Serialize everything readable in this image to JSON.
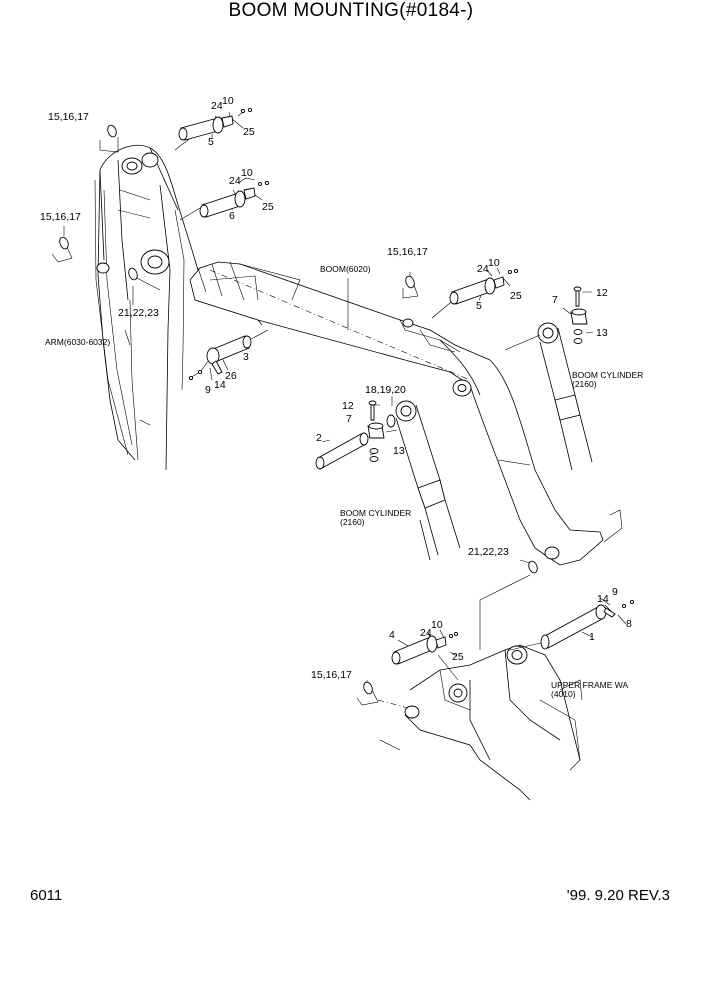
{
  "header": {
    "title": "BOOM MOUNTING(#0184-)"
  },
  "footer": {
    "page_number": "6011",
    "revision": "'99. 9.20 REV.3"
  },
  "callouts": {
    "top_oring": "15,16,17",
    "top_10": "10",
    "top_24": "24",
    "top_25": "25",
    "top_5": "5",
    "left_oring": "15,16,17",
    "second_10": "10",
    "second_24": "24",
    "second_25": "25",
    "second_6": "6",
    "left_2122": "21,22,23",
    "arm": "ARM(6030-6032)",
    "mid_3": "3",
    "mid_26": "26",
    "mid_14": "14",
    "mid_9": "9",
    "boom": "BOOM(6020)",
    "boom_oring": "15,16,17",
    "boom_10": "10",
    "boom_24": "24",
    "boom_25": "25",
    "boom_5": "5",
    "right_12": "12",
    "right_7": "7",
    "right_13": "13",
    "boom_cyl_r": "BOOM CYLINDER",
    "boom_cyl_r_no": "(2160)",
    "c_181920": "18,19,20",
    "c_12": "12",
    "c_7": "7",
    "c_2": "2",
    "c_13": "13",
    "boom_cyl_c": "BOOM CYLINDER",
    "boom_cyl_c_no": "(2160)",
    "low_2122": "21,22,23",
    "low_9": "9",
    "low_14": "14",
    "low_8": "8",
    "low_1": "1",
    "low_4": "4",
    "low_24": "24",
    "low_10": "10",
    "low_25": "25",
    "low_oring": "15,16,17",
    "upper_frame": "UPPER FRAME WA",
    "upper_frame_no": "(4010)"
  }
}
